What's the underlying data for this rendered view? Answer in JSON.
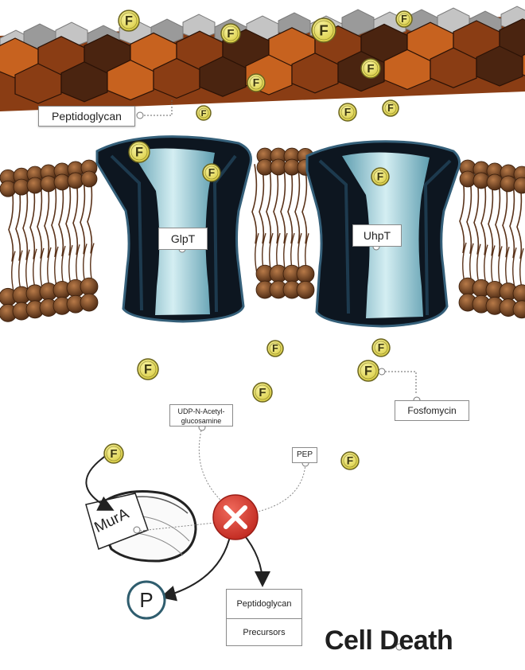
{
  "labels": {
    "peptidoglycan_top": "Peptidoglycan",
    "glpt": "GlpT",
    "uhpt": "UhpT",
    "fosfomycin": "Fosfomycin",
    "udp_line1": "UDP-N-Acetyl-",
    "udp_line2": "glucosamine",
    "pep": "PEP",
    "mura": "MurA",
    "phosphate": "P",
    "precursor_line1": "Peptidoglycan",
    "precursor_line2": "Precursors",
    "logo": "Cell Death"
  },
  "fosfomycin_symbol": "F",
  "inhibition_symbol": "×",
  "colors": {
    "peptidoglycan_dark": "#4a2410",
    "peptidoglycan_mid": "#8a3d14",
    "peptidoglycan_light": "#c7621f",
    "lipid_head": "#7a4520",
    "lipid_tail": "#5a3219",
    "transporter_outer": "#0d1620",
    "transporter_edge": "#35607a",
    "transporter_channel": "#a9d3dc",
    "fosfomycin_fill": "#ece36a",
    "fosfomycin_stroke": "#6b6520",
    "inhibition_red": "#d9352b",
    "phosphate_ring": "#2f5d6e"
  }
}
